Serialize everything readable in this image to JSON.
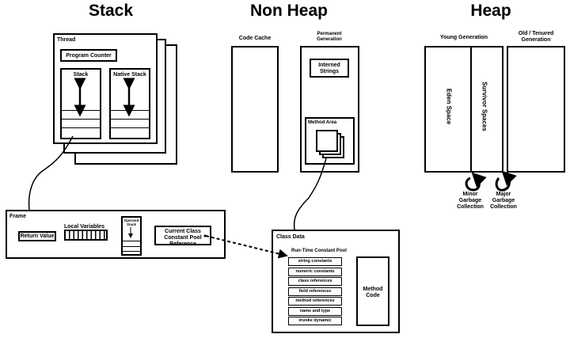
{
  "headings": {
    "stack": "Stack",
    "non_heap": "Non Heap",
    "heap": "Heap"
  },
  "stack": {
    "thread_label": "Thread",
    "program_counter": "Program Counter",
    "stack_label": "Stack",
    "native_stack_label": "Native Stack"
  },
  "frame": {
    "label": "Frame",
    "return_value": "Return Value",
    "local_variables": "Local Variables",
    "operand_stack": "Operand Stack",
    "constant_pool_ref": "Current Class Constant Pool Reference"
  },
  "non_heap": {
    "code_cache": "Code Cache",
    "permanent_generation": "Permanent Generation",
    "interned_strings": "Interned Strings",
    "method_area": "Method Area"
  },
  "class_data": {
    "label": "Class Data",
    "pool_title": "Run-Time Constant Pool",
    "pool_items": [
      "string constants",
      "numeric constants",
      "class references",
      "field references",
      "method references",
      "name and type",
      "invoke dynamic"
    ],
    "method_code": "Method Code"
  },
  "heap": {
    "young_generation": "Young Generation",
    "old_generation": "Old / Tenured Generation",
    "eden_space": "Eden Space",
    "survivor_spaces": "Survivor Spaces",
    "minor_gc": "Minor Garbage Collection",
    "major_gc": "Major Garbage Collection"
  }
}
